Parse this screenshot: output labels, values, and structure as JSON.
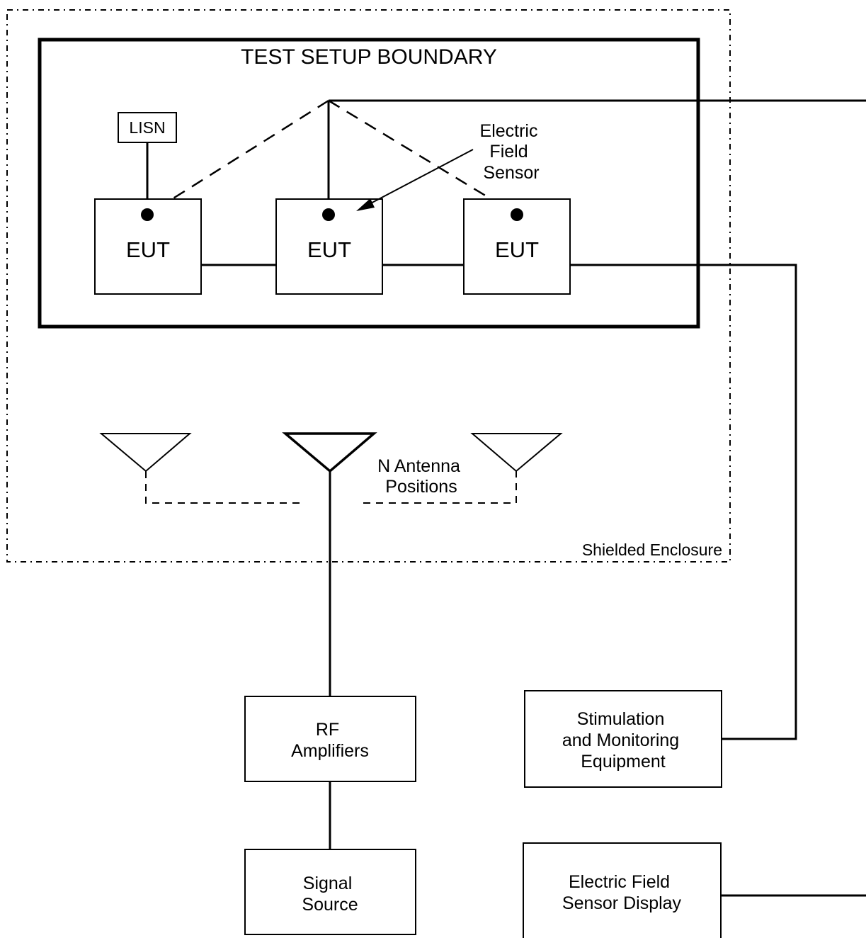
{
  "diagram": {
    "test_setup_title": "TEST SETUP BOUNDARY",
    "lisn_label": "LISN",
    "eut_labels": [
      "EUT",
      "EUT",
      "EUT"
    ],
    "sensor_label": [
      "Electric",
      "Field",
      "Sensor"
    ],
    "antenna_label": [
      "N Antenna",
      "Positions"
    ],
    "enclosure_label": "Shielded Enclosure",
    "rf_amplifiers_label": [
      "RF",
      "Amplifiers"
    ],
    "signal_source_label": [
      "Signal",
      "Source"
    ],
    "stimulation_label": [
      "Stimulation",
      "and Monitoring",
      "Equipment"
    ],
    "sensor_display_label": [
      "Electric Field",
      "Sensor Display"
    ]
  }
}
